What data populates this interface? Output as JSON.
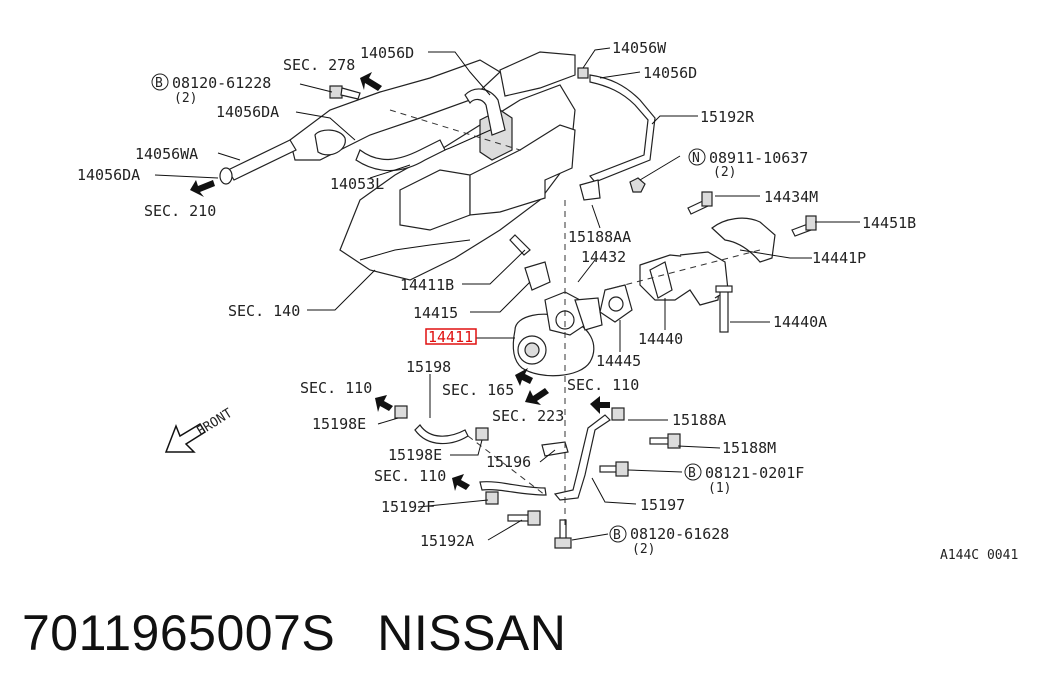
{
  "diagram": {
    "callouts": {
      "l14056D_top": "14056D",
      "sec278": "SEC. 278",
      "b08120_61228": "08120-61228",
      "b08120_61228_qty": "(2)",
      "l14056DA_a": "14056DA",
      "l14056WA": "14056WA",
      "l14056DA_b": "14056DA",
      "sec210": "SEC. 210",
      "l14053L": "14053L",
      "l14056W": "14056W",
      "l14056D_right": "14056D",
      "l15192R": "15192R",
      "n08911_10637": "08911-10637",
      "n08911_10637_qty": "(2)",
      "l14434M": "14434M",
      "l14451B": "14451B",
      "l15188AA": "15188AA",
      "l14432": "14432",
      "l14441P": "14441P",
      "l14411B": "14411B",
      "l14415": "14415",
      "sec140": "SEC. 140",
      "l14411": "14411",
      "l14440": "14440",
      "l14440A": "14440A",
      "l14445": "14445",
      "l15198": "15198",
      "sec165": "SEC. 165",
      "sec110_turbo": "SEC. 110",
      "sec110_left": "SEC. 110",
      "sec223": "SEC. 223",
      "l15188A": "15188A",
      "l15198E_a": "15198E",
      "l15188M": "15188M",
      "l15198E_b": "15198E",
      "l15196": "15196",
      "sec110_bottom": "SEC. 110",
      "b08121_0201F": "08121-0201F",
      "b08121_0201F_qty": "(1)",
      "l15197": "15197",
      "l15192F": "15192F",
      "b08120_61628": "08120-61628",
      "b08120_61628_qty": "(2)",
      "l15192A": "15192A",
      "front": "FRONT"
    },
    "symbols": {
      "bolt": "B",
      "nut": "N"
    },
    "highlighted_part": "14411",
    "highlight_color": "#e01010",
    "figure_code": "A144C 0041"
  },
  "footer": {
    "part_number": "7011965007S",
    "brand": "NISSAN"
  }
}
